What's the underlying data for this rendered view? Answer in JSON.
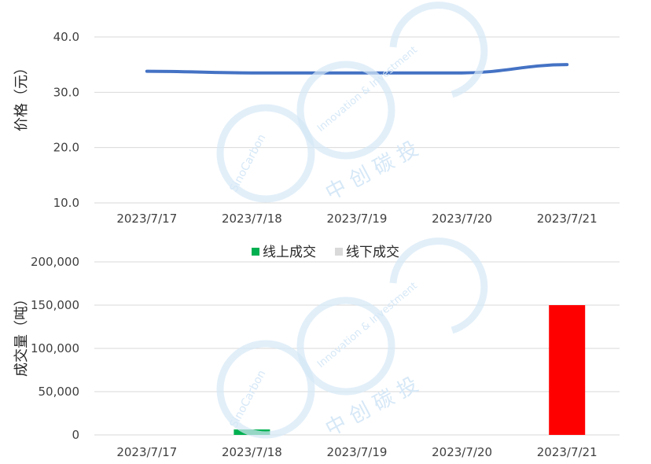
{
  "chart_data": [
    {
      "type": "line",
      "categories": [
        "2023/7/17",
        "2023/7/18",
        "2023/7/19",
        "2023/7/20",
        "2023/7/21"
      ],
      "series": [
        {
          "values": [
            33.8,
            33.5,
            33.5,
            33.5,
            35.0
          ],
          "color": "#4472C4"
        }
      ],
      "ylabel": "价格（元）",
      "ylim": [
        10,
        40
      ],
      "yticks": [
        "10.0",
        "20.0",
        "30.0",
        "40.0"
      ],
      "ytick_values": [
        10,
        20,
        30,
        40
      ],
      "grid": true
    },
    {
      "type": "bar",
      "categories": [
        "2023/7/17",
        "2023/7/18",
        "2023/7/19",
        "2023/7/20",
        "2023/7/21"
      ],
      "series": [
        {
          "name": "线上成交",
          "color": "#00B050",
          "values": [
            0,
            6300,
            0,
            0,
            0
          ]
        },
        {
          "name": "线下成交",
          "color": "#D9D9D9",
          "values": [
            0,
            0,
            0,
            0,
            0
          ]
        },
        {
          "color": "#FF0000",
          "values": [
            0,
            0,
            0,
            0,
            150000
          ]
        }
      ],
      "ylabel": "成交量（吨）",
      "ylim": [
        0,
        200000
      ],
      "yticks": [
        "0",
        "50,000",
        "100,000",
        "150,000",
        "200,000"
      ],
      "ytick_values": [
        0,
        50000,
        100000,
        150000,
        200000
      ],
      "legend": "top-center",
      "grid": true
    }
  ],
  "watermark": {
    "texts": [
      "SinoCarbon",
      "Innovation & Investment",
      "中 创 碳 投"
    ],
    "color": "#D6E8F7"
  }
}
